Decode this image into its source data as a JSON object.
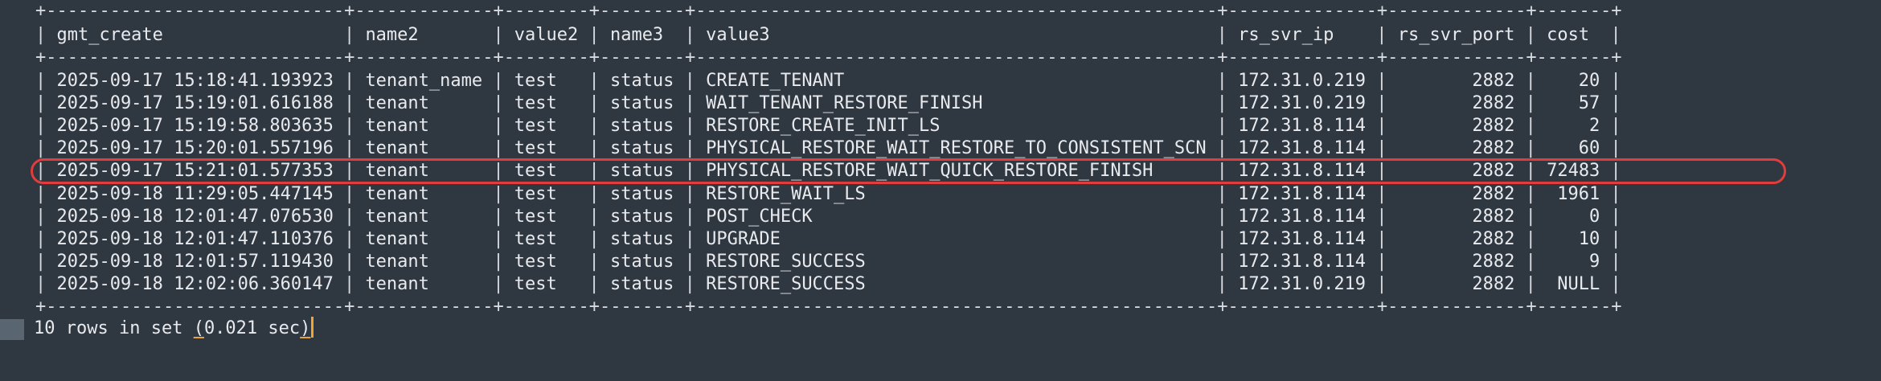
{
  "table": {
    "columns": [
      "gmt_create",
      "name2",
      "value2",
      "name3",
      "value3",
      "rs_svr_ip",
      "rs_svr_port",
      "cost"
    ],
    "rows": [
      [
        "2025-09-17 15:18:41.193923",
        "tenant_name",
        "test",
        "status",
        "CREATE_TENANT",
        "172.31.0.219",
        "2882",
        "20"
      ],
      [
        "2025-09-17 15:19:01.616188",
        "tenant",
        "test",
        "status",
        "WAIT_TENANT_RESTORE_FINISH",
        "172.31.0.219",
        "2882",
        "57"
      ],
      [
        "2025-09-17 15:19:58.803635",
        "tenant",
        "test",
        "status",
        "RESTORE_CREATE_INIT_LS",
        "172.31.8.114",
        "2882",
        "2"
      ],
      [
        "2025-09-17 15:20:01.557196",
        "tenant",
        "test",
        "status",
        "PHYSICAL_RESTORE_WAIT_RESTORE_TO_CONSISTENT_SCN",
        "172.31.8.114",
        "2882",
        "60"
      ],
      [
        "2025-09-17 15:21:01.577353",
        "tenant",
        "test",
        "status",
        "PHYSICAL_RESTORE_WAIT_QUICK_RESTORE_FINISH",
        "172.31.8.114",
        "2882",
        "72483"
      ],
      [
        "2025-09-18 11:29:05.447145",
        "tenant",
        "test",
        "status",
        "RESTORE_WAIT_LS",
        "172.31.8.114",
        "2882",
        "1961"
      ],
      [
        "2025-09-18 12:01:47.076530",
        "tenant",
        "test",
        "status",
        "POST_CHECK",
        "172.31.8.114",
        "2882",
        "0"
      ],
      [
        "2025-09-18 12:01:47.110376",
        "tenant",
        "test",
        "status",
        "UPGRADE",
        "172.31.8.114",
        "2882",
        "10"
      ],
      [
        "2025-09-18 12:01:57.119430",
        "tenant",
        "test",
        "status",
        "RESTORE_SUCCESS",
        "172.31.8.114",
        "2882",
        "9"
      ],
      [
        "2025-09-18 12:02:06.360147",
        "tenant",
        "test",
        "status",
        "RESTORE_SUCCESS",
        "172.31.0.219",
        "2882",
        "NULL"
      ]
    ],
    "highlighted_row_index": 4
  },
  "footer": {
    "before": "10 rows in set ",
    "paren_open": "(",
    "middle": "0.021 sec",
    "paren_close": ")"
  },
  "colors": {
    "background": "#2f3741",
    "text": "#e8eaed",
    "highlight_border": "#e23c3c",
    "cursor": "#f0a530"
  }
}
